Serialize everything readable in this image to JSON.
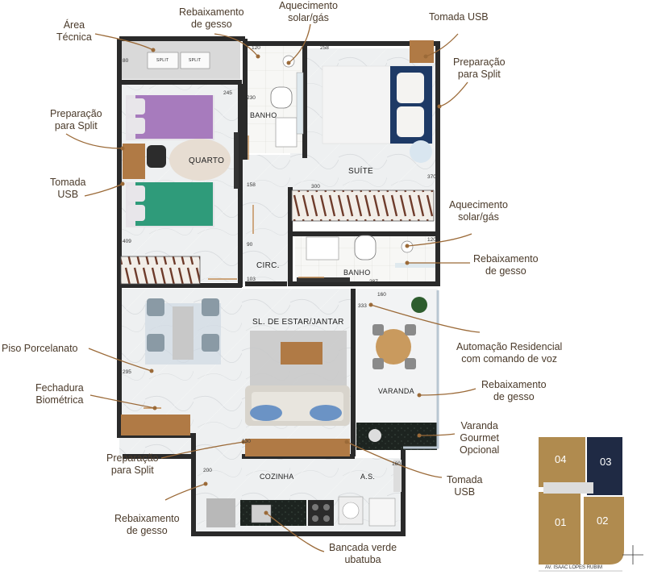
{
  "colors": {
    "wall": "#2a2a2a",
    "floor": "#eceeef",
    "wood": "#c08a52",
    "leader": "#9b6a38",
    "key_gold": "#b08b4f",
    "key_navy": "#1f2a44"
  },
  "rooms": {
    "quarto": "QUARTO",
    "suite": "SUÍTE",
    "banho_top": "BANHO",
    "banho_bottom": "BANHO",
    "circ": "CIRC.",
    "estar": "SL. DE ESTAR/JANTAR",
    "varanda": "VARANDA",
    "cozinha": "COZINHA",
    "as": "A.S.",
    "split1": "SPLIT",
    "split2": "SPLIT"
  },
  "dimensions": {
    "d80": "80",
    "d120": "120",
    "d258": "258",
    "d245": "245",
    "d230a": "230",
    "d300": "300",
    "d370": "370",
    "d158": "158",
    "d409": "409",
    "d90": "90",
    "d103": "103",
    "d287": "287",
    "d120b": "120",
    "d333": "333",
    "d160": "160",
    "d295": "295",
    "d230b": "230",
    "d200": "200",
    "d160b": "160"
  },
  "callouts": {
    "area_tecnica": [
      "Área",
      "Técnica"
    ],
    "rebaixamento_top": [
      "Rebaixamento",
      "de gesso"
    ],
    "aquecimento_top": [
      "Aquecimento",
      "solar/gás"
    ],
    "tomada_top": [
      "Tomada USB"
    ],
    "prep_split_right": [
      "Preparação",
      "para Split"
    ],
    "prep_split_left": [
      "Preparação",
      "para Split"
    ],
    "tomada_left": [
      "Tomada",
      "USB"
    ],
    "aquecimento_mid": [
      "Aquecimento",
      "solar/gás"
    ],
    "rebaixamento_mid": [
      "Rebaixamento",
      "de gesso"
    ],
    "automacao": [
      "Automação Residencial",
      "com comando de voz"
    ],
    "piso": [
      "Piso Porcelanato"
    ],
    "fechadura": [
      "Fechadura",
      "Biométrica"
    ],
    "rebaixamento_varanda": [
      "Rebaixamento",
      "de gesso"
    ],
    "varanda_gourmet": [
      "Varanda",
      "Gourmet",
      "Opcional"
    ],
    "prep_split_bottom": [
      "Preparação",
      "para Split"
    ],
    "tomada_bottom": [
      "Tomada",
      "USB"
    ],
    "rebaixamento_bottom": [
      "Rebaixamento",
      "de gesso"
    ],
    "bancada": [
      "Bancada verde",
      "ubatuba"
    ]
  },
  "key_plan": {
    "units": [
      "04",
      "03",
      "01",
      "02"
    ],
    "highlighted": "03",
    "street": "AV. ISAAC LOPES RUBIM"
  }
}
